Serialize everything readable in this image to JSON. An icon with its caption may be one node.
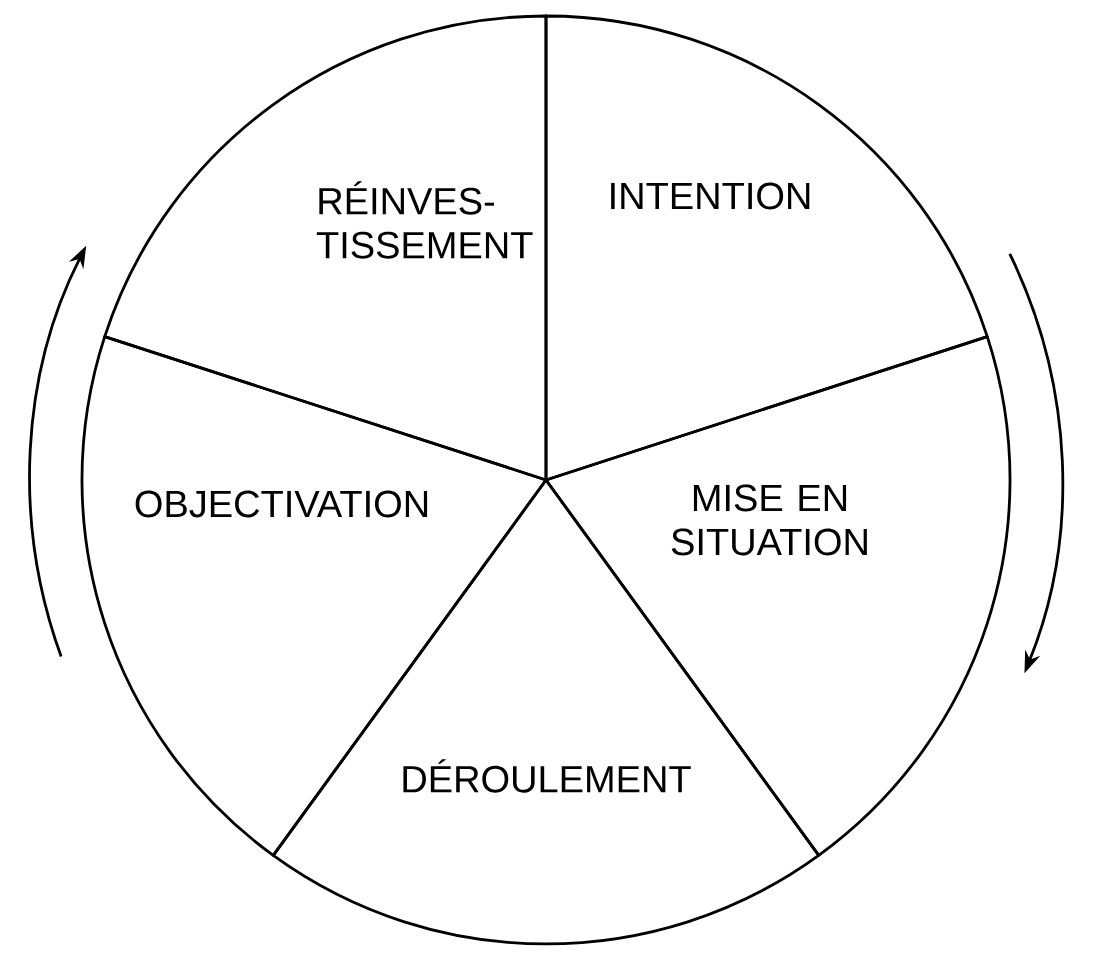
{
  "diagram": {
    "nodes": [
      {
        "text": [
          "RÉINVES- TISSEMENT"
        ]
      },
      {
        "text": [
          "INTENTION"
        ]
      },
      {
        "text": [
          "OBJECTIVATION"
        ]
      },
      {
        "text": [
          "MISE EN SITUATION"
        ]
      },
      {
        "text": [
          "DÉROULEMENT"
        ]
      }
    ]
  }
}
